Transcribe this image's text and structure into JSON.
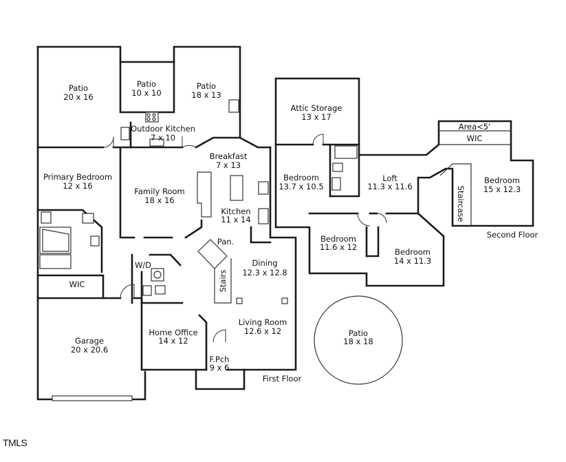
{
  "rooms": {
    "patio_left": {
      "name": "Patio",
      "dims": "20 x 16"
    },
    "patio_mid": {
      "name": "Patio",
      "dims": "10 x 10"
    },
    "patio_right": {
      "name": "Patio",
      "dims": "18 x 13"
    },
    "outdoor_kitchen": {
      "name": "Outdoor Kitchen",
      "dims": "7 x 10"
    },
    "breakfast": {
      "name": "Breakfast",
      "dims": "7 x 13"
    },
    "primary_bedroom": {
      "name": "Primary Bedroom",
      "dims": "12 x 16"
    },
    "family_room": {
      "name": "Family Room",
      "dims": "18 x 16"
    },
    "kitchen": {
      "name": "Kitchen",
      "dims": "11 x 14"
    },
    "pantry": {
      "name": "Pan."
    },
    "wd": {
      "name": "W/D"
    },
    "stairs": {
      "name": "Stairs"
    },
    "dining": {
      "name": "Dining",
      "dims": "12.3 x 12.8"
    },
    "wic_first": {
      "name": "WIC"
    },
    "home_office": {
      "name": "Home Office",
      "dims": "14 x 12"
    },
    "living_room": {
      "name": "Living Room",
      "dims": "12.6 x 12"
    },
    "garage": {
      "name": "Garage",
      "dims": "20 x 20.6"
    },
    "front_porch": {
      "name": "F.Pch",
      "dims": "9 x 6"
    },
    "attic_storage": {
      "name": "Attic Storage",
      "dims": "13 x 17"
    },
    "bedroom_a": {
      "name": "Bedroom",
      "dims": "13.7 x 10.5"
    },
    "loft": {
      "name": "Loft",
      "dims": "11.3 x 11.6"
    },
    "area_lt5": {
      "name": "Area<5'"
    },
    "wic_second": {
      "name": "WIC"
    },
    "bedroom_b": {
      "name": "Bedroom",
      "dims": "15 x 12.3"
    },
    "staircase": {
      "name": "Staircase"
    },
    "bedroom_c": {
      "name": "Bedroom",
      "dims": "11.6 x 12"
    },
    "bedroom_d": {
      "name": "Bedroom",
      "dims": "14 x 11.3"
    },
    "patio_round": {
      "name": "Patio",
      "dims": "18 x 18"
    }
  },
  "floor_labels": {
    "first": "First Floor",
    "second": "Second Floor"
  },
  "watermark": "TMLS"
}
